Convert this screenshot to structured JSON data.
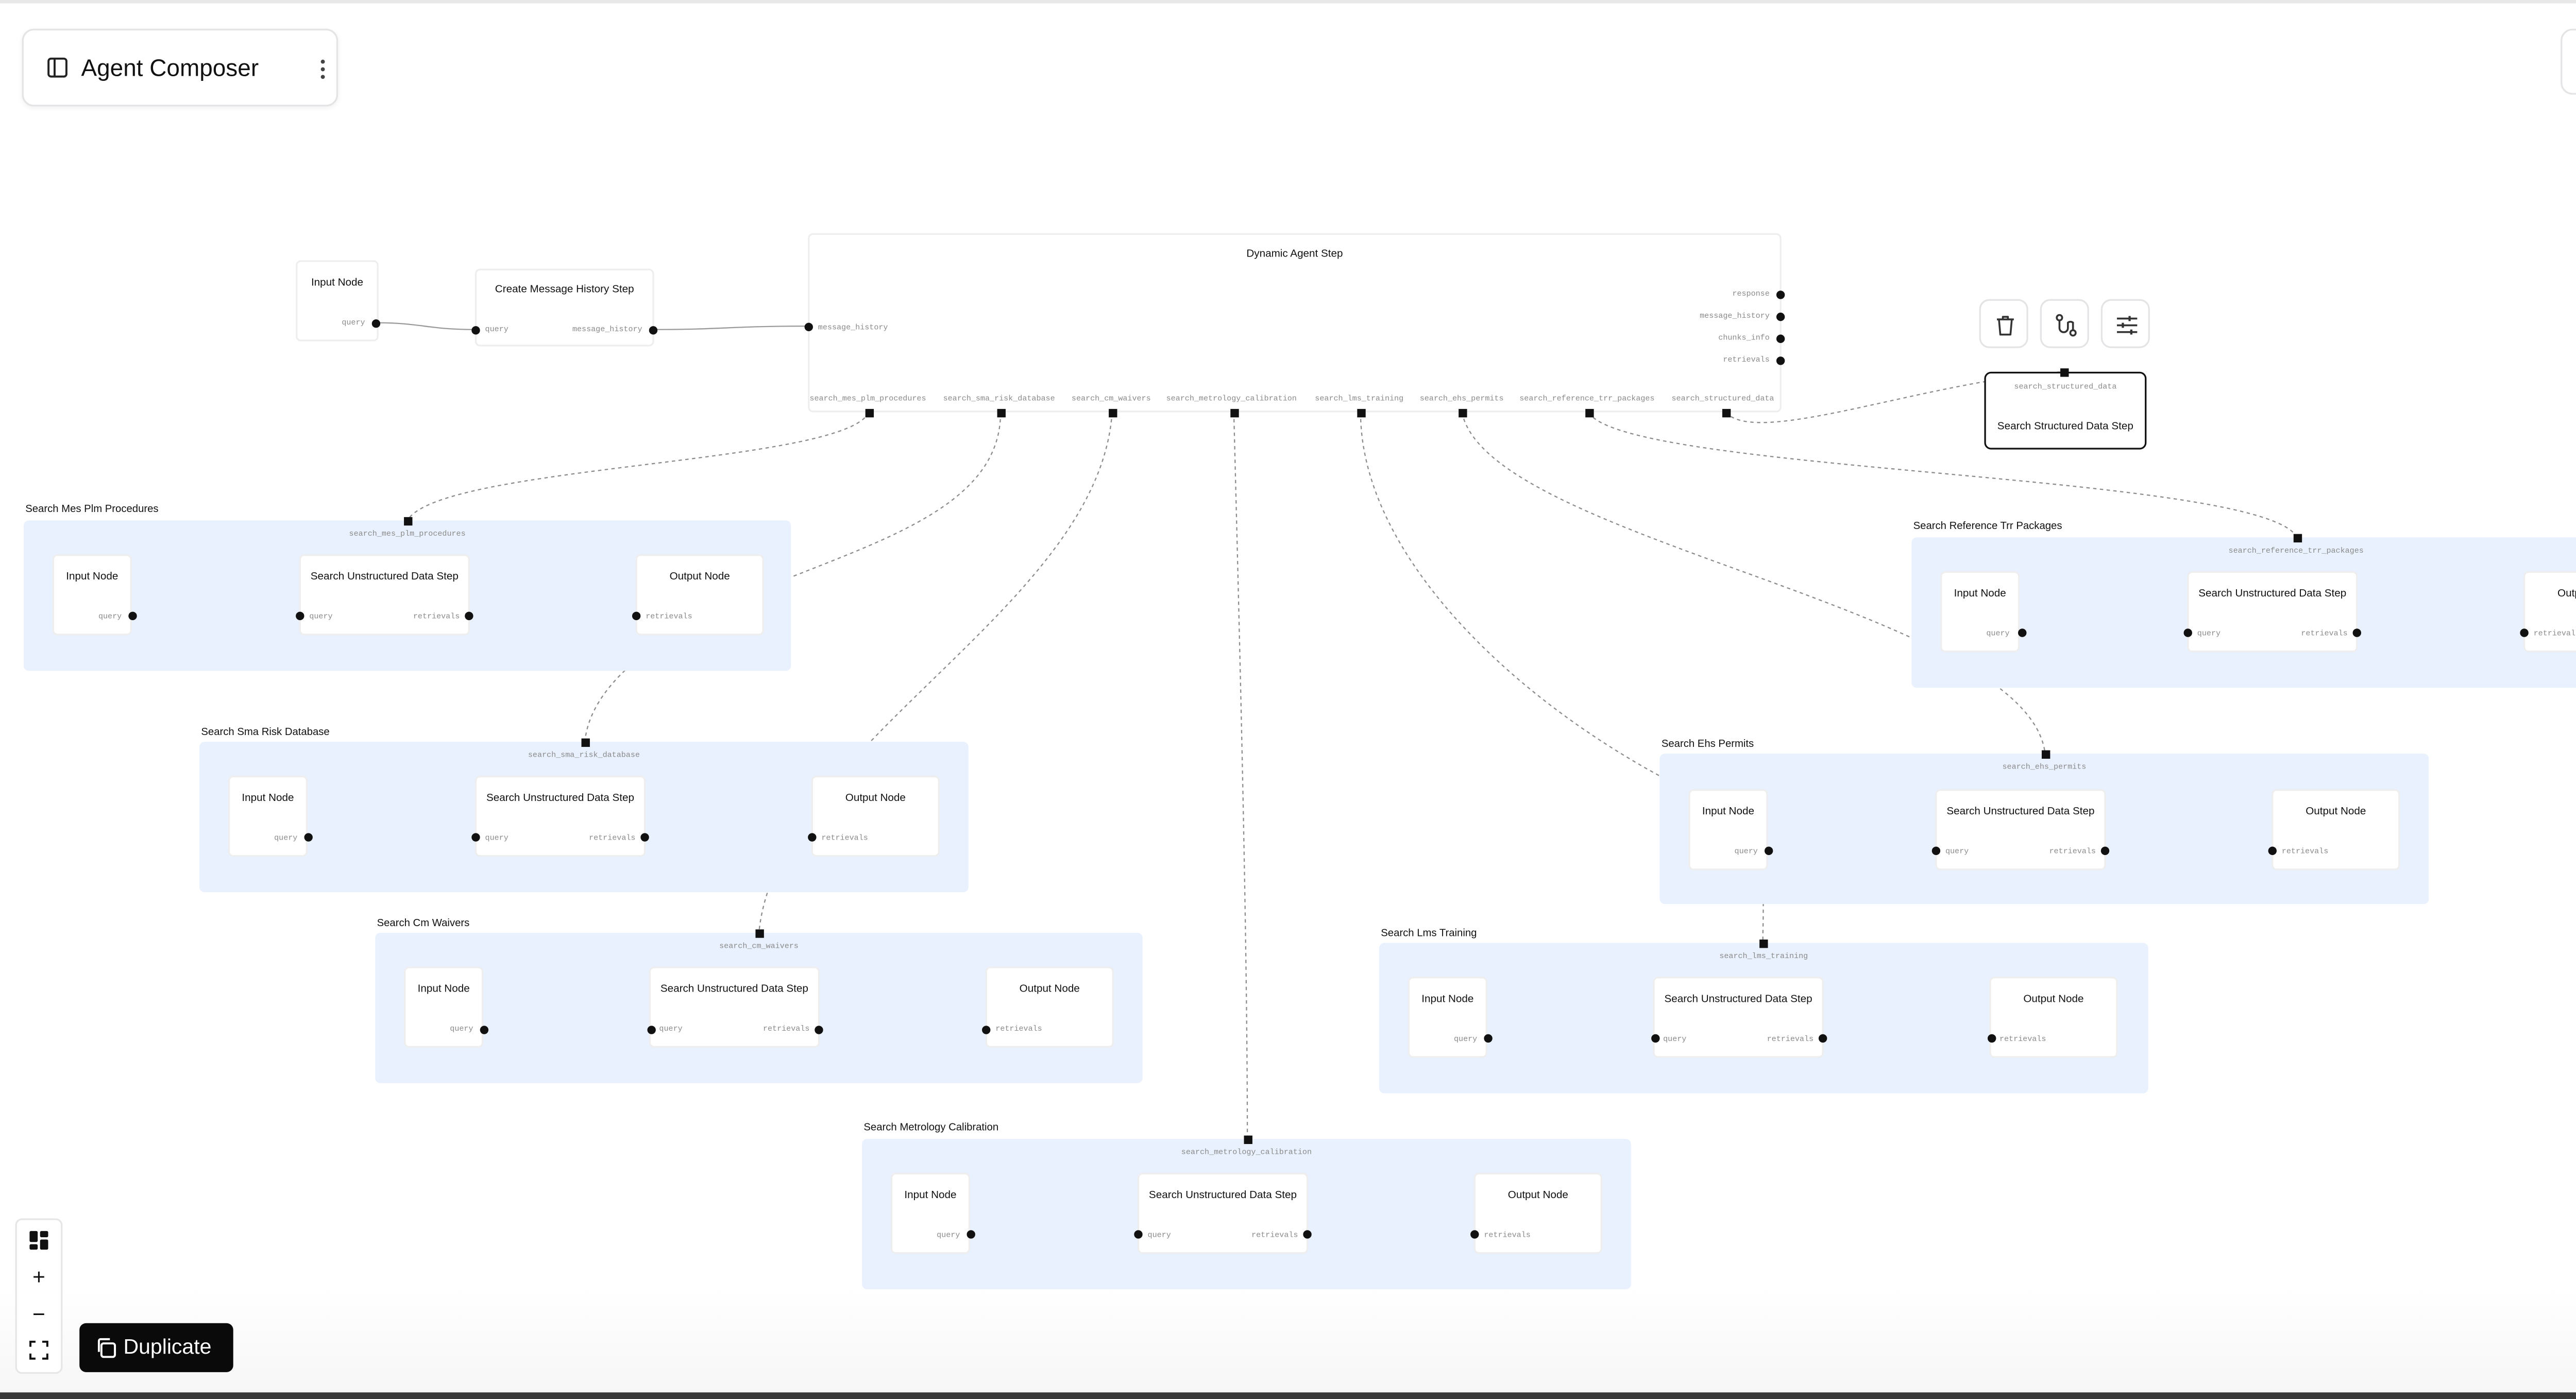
{
  "app": {
    "title": "Agent Composer",
    "new_label": "+"
  },
  "icons": {
    "sidebar": "sidebar-toggle-icon",
    "menu": "more-vertical-icon",
    "delete": "trash-icon",
    "route": "route-icon",
    "settings": "sliders-icon",
    "layout": "dashboard-layout-icon",
    "fit": "fit-view-icon",
    "copy": "copy-icon"
  },
  "toolbar": {
    "zoom_in": "+",
    "zoom_out": "−",
    "duplicate_label": "Duplicate"
  },
  "top": {
    "input_node": {
      "title": "Input Node",
      "out": "query"
    },
    "history_node": {
      "title": "Create Message History Step",
      "in": "query",
      "out": "message_history"
    },
    "dynamic_agent": {
      "title": "Dynamic Agent Step",
      "input": "message_history",
      "outputs": [
        "response",
        "message_history",
        "chunks_info",
        "retrievals"
      ],
      "tools": [
        "search_mes_plm_procedures",
        "search_sma_risk_database",
        "search_cm_waivers",
        "search_metrology_calibration",
        "search_lms_training",
        "search_ehs_permits",
        "search_reference_trr_packages",
        "search_structured_data"
      ]
    },
    "structured_node": {
      "title": "Search Structured Data Step",
      "in": "search_structured_data"
    }
  },
  "labels": {
    "input_node": "Input Node",
    "search_step": "Search Unstructured Data Step",
    "output_node": "Output Node",
    "query": "query",
    "retrievals": "retrievals"
  },
  "groups": [
    {
      "title": "Search Mes Plm Procedures",
      "port": "search_mes_plm_procedures"
    },
    {
      "title": "Search Sma Risk Database",
      "port": "search_sma_risk_database"
    },
    {
      "title": "Search Cm Waivers",
      "port": "search_cm_waivers"
    },
    {
      "title": "Search Metrology Calibration",
      "port": "search_metrology_calibration"
    },
    {
      "title": "Search Lms Training",
      "port": "search_lms_training"
    },
    {
      "title": "Search Ehs Permits",
      "port": "search_ehs_permits"
    },
    {
      "title": "Search Reference Trr Packages",
      "port": "search_reference_trr_packages"
    }
  ]
}
